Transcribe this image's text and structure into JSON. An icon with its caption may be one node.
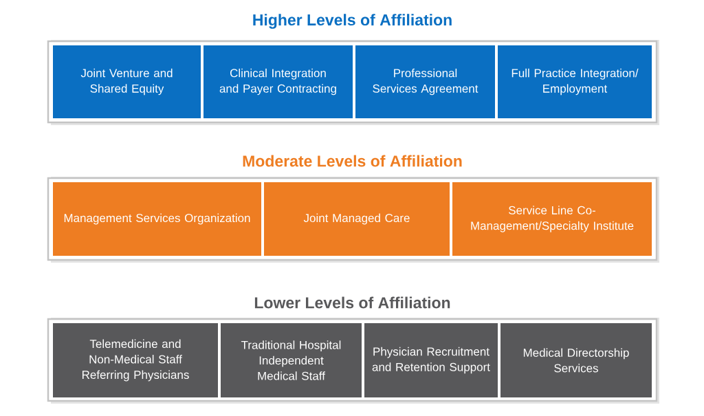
{
  "diagram": {
    "nodes": [
      {
        "text": [
          "Higher Levels of Affiliation"
        ]
      },
      {
        "text": [
          "Joint Venture and Shared Equity"
        ],
        "in": 0
      },
      {
        "text": [
          "Clinical Integration and Payer Contracting"
        ],
        "in": 0
      },
      {
        "text": [
          "Professional Services Agreement"
        ],
        "in": 0
      },
      {
        "text": [
          "Full Practice Integration/ Employment"
        ],
        "in": 0
      },
      {
        "text": [
          "Moderate Levels of Affiliation"
        ]
      },
      {
        "text": [
          "Management Services Organization"
        ],
        "in": 5
      },
      {
        "text": [
          "Joint Managed Care"
        ],
        "in": 5
      },
      {
        "text": [
          "Service Line Co-Management/Specialty Institute"
        ],
        "in": 5
      },
      {
        "text": [
          "Lower Levels of Affiliation"
        ]
      },
      {
        "text": [
          "Telemedicine and Non-Medical Staff Referring Physicians"
        ],
        "in": 9
      },
      {
        "text": [
          "Traditional Hospital Independent Medical Staff"
        ],
        "in": 9
      },
      {
        "text": [
          "Physician Recruitment and Retention Support"
        ],
        "in": 9
      },
      {
        "text": [
          "Medical Directorship Services"
        ],
        "in": 9
      }
    ]
  }
}
